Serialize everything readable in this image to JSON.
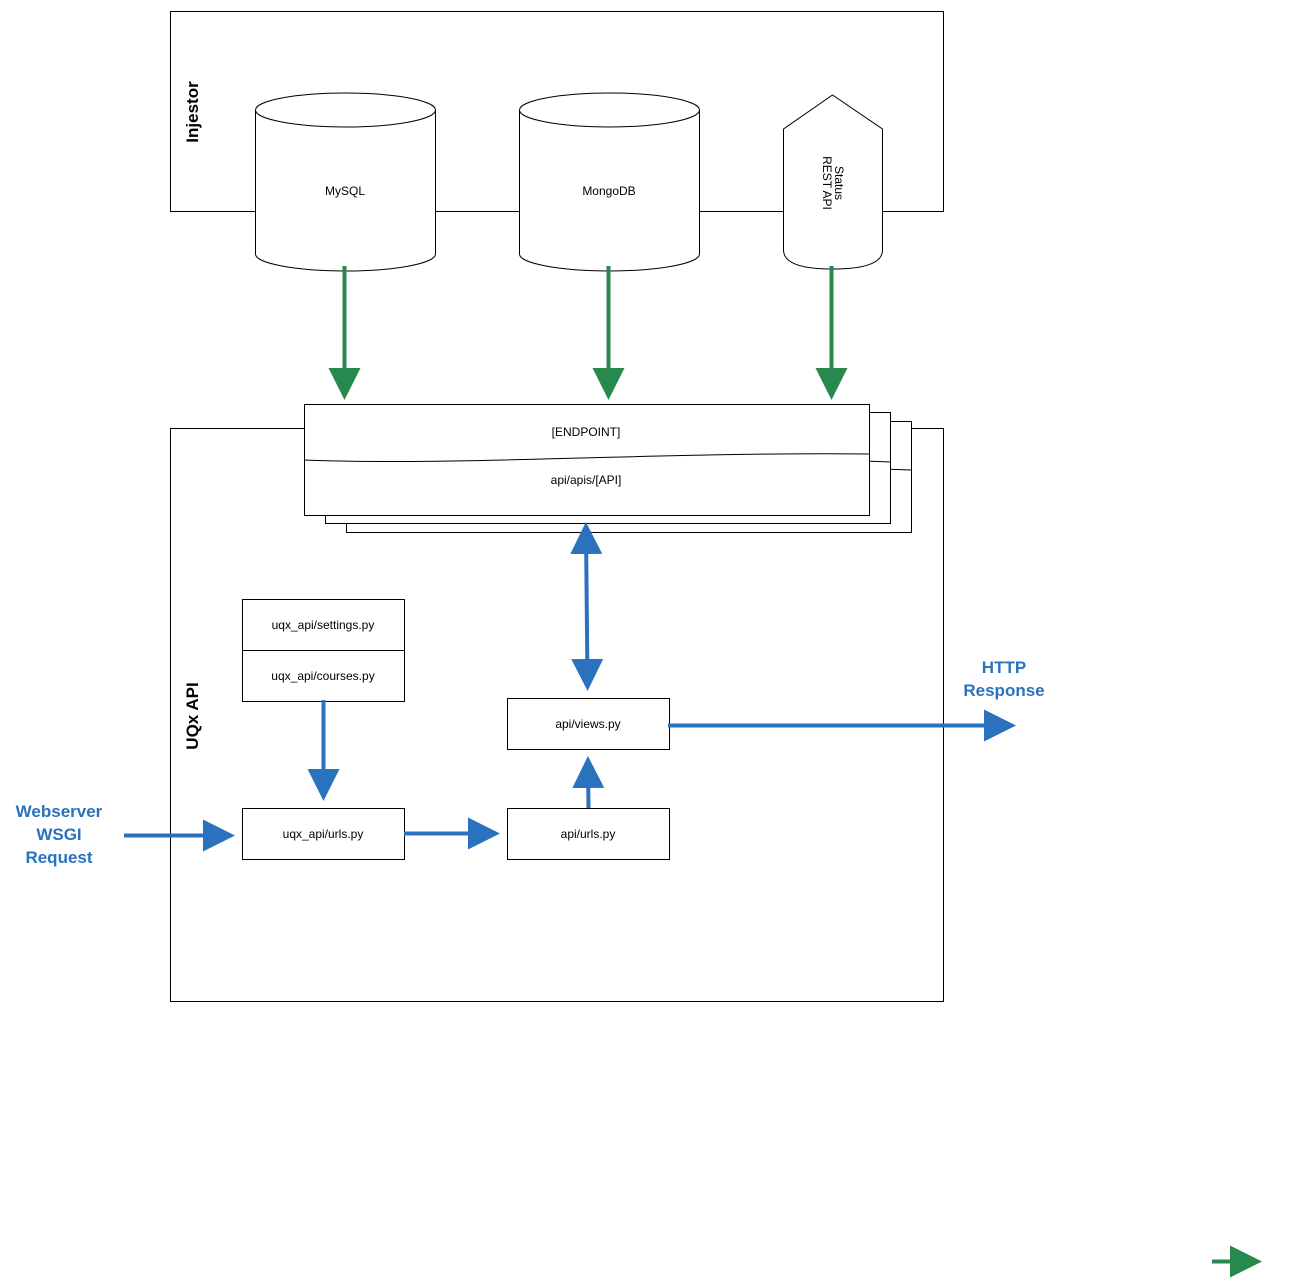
{
  "groups": {
    "injestor": "Injestor",
    "uqx_api": "UQx API"
  },
  "sources": {
    "mysql": "MySQL",
    "mongodb": "MongoDB",
    "status_api_line1": "Status",
    "status_api_line2": "REST API"
  },
  "endpoint": {
    "title": "[ENDPOINT]",
    "path": "api/apis/[API]"
  },
  "files": {
    "settings": "uqx_api/settings.py",
    "courses": "uqx_api/courses.py",
    "uqx_urls": "uqx_api/urls.py",
    "api_urls": "api/urls.py",
    "api_views": "api/views.py"
  },
  "external": {
    "request_line1": "Webserver",
    "request_line2": "WSGI",
    "request_line3": "Request",
    "response_line1": "HTTP",
    "response_line2": "Response"
  },
  "colors": {
    "data_flow": "#27894d",
    "request_flow": "#2a72bd"
  }
}
